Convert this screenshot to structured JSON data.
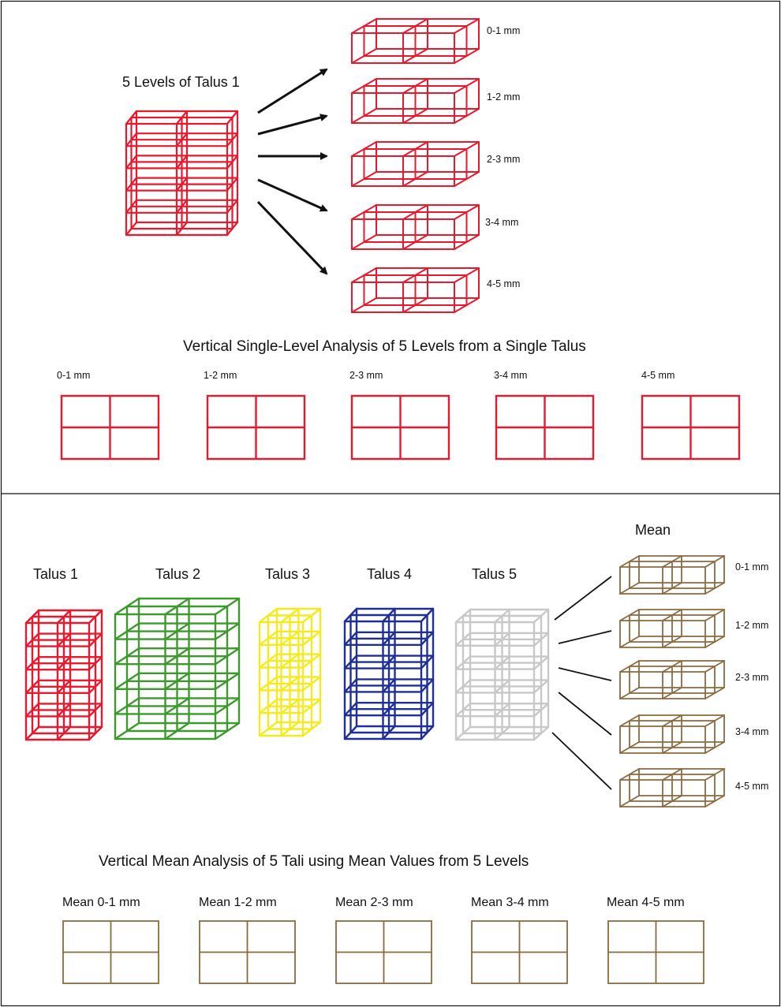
{
  "colors": {
    "talus_1": "#e8192c",
    "talus_2": "#3b9a2b",
    "talus_3": "#f5ea1c",
    "talus_4": "#1f2f98",
    "talus_5": "#c8c8c8",
    "mean": "#8b6a3e",
    "arrow": "#111111",
    "frame": "#111111"
  },
  "top_panel": {
    "heading": "5 Levels of Talus 1",
    "slices": [
      {
        "label": "0-1 mm"
      },
      {
        "label": "1-2 mm"
      },
      {
        "label": "2-3 mm"
      },
      {
        "label": "3-4 mm"
      },
      {
        "label": "4-5 mm"
      }
    ],
    "analysis_title": "Vertical Single-Level Analysis of 5 Levels from a Single Talus",
    "grids": [
      {
        "label": "0-1 mm"
      },
      {
        "label": "1-2 mm"
      },
      {
        "label": "2-3 mm"
      },
      {
        "label": "3-4 mm"
      },
      {
        "label": "4-5 mm"
      }
    ]
  },
  "bottom_panel": {
    "mean_heading": "Mean",
    "tali": [
      {
        "label": "Talus 1",
        "color_key": "talus_1"
      },
      {
        "label": "Talus 2",
        "color_key": "talus_2"
      },
      {
        "label": "Talus 3",
        "color_key": "talus_3"
      },
      {
        "label": "Talus 4",
        "color_key": "talus_4"
      },
      {
        "label": "Talus 5",
        "color_key": "talus_5"
      }
    ],
    "mean_slices": [
      {
        "label": "0-1 mm"
      },
      {
        "label": "1-2 mm"
      },
      {
        "label": "2-3 mm"
      },
      {
        "label": "3-4 mm"
      },
      {
        "label": "4-5 mm"
      }
    ],
    "analysis_title": "Vertical Mean Analysis of 5 Tali using Mean Values from 5 Levels",
    "grids": [
      {
        "label": "Mean 0-1 mm"
      },
      {
        "label": "Mean 1-2 mm"
      },
      {
        "label": "Mean 2-3 mm"
      },
      {
        "label": "Mean 3-4 mm"
      },
      {
        "label": "Mean 4-5 mm"
      }
    ]
  }
}
